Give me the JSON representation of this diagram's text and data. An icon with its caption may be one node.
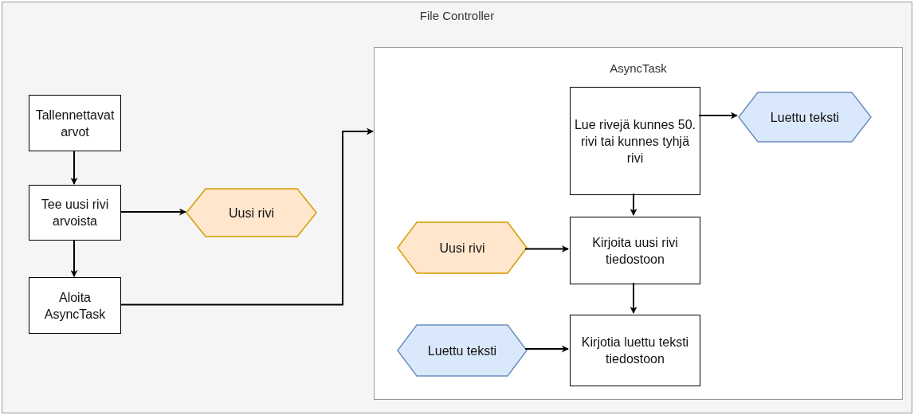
{
  "diagram": {
    "nodes": [
      {
        "text": [
          "File Controller"
        ]
      },
      {
        "text": [
          "Tallennettavat arvot"
        ],
        "in": 0
      },
      {
        "text": [
          "Tee uusi rivi arvoista"
        ],
        "in": 0
      },
      {
        "text": [
          "Uusi rivi"
        ],
        "in": 0
      },
      {
        "text": [
          "Aloita AsyncTask"
        ],
        "in": 0
      },
      {
        "text": [
          "AsyncTask"
        ],
        "in": 0
      },
      {
        "text": [
          "Lue rivejä kunnes 50. rivi tai kunnes tyhjä rivi"
        ],
        "in": 5
      },
      {
        "text": [
          "Luettu teksti"
        ],
        "in": 5
      },
      {
        "text": [
          "Uusi rivi"
        ],
        "in": 5
      },
      {
        "text": [
          "Kirjoita uusi rivi tiedostoon"
        ],
        "in": 5
      },
      {
        "text": [
          "Luettu teksti"
        ],
        "in": 5
      },
      {
        "text": [
          "Kirjotia luettu teksti tiedostoon"
        ],
        "in": 5
      }
    ],
    "edges": [
      {
        "from": 1,
        "to": 2,
        "arrow": "to"
      },
      {
        "from": 2,
        "to": 3,
        "arrow": "to"
      },
      {
        "from": 2,
        "to": 4,
        "arrow": "to"
      },
      {
        "from": 4,
        "to": 5,
        "arrow": "to"
      },
      {
        "from": 6,
        "to": 7,
        "arrow": "to"
      },
      {
        "from": 6,
        "to": 9,
        "arrow": "to"
      },
      {
        "from": 8,
        "to": 9,
        "arrow": "to"
      },
      {
        "from": 9,
        "to": 11,
        "arrow": "to"
      },
      {
        "from": 10,
        "to": 11,
        "arrow": "to"
      }
    ]
  }
}
